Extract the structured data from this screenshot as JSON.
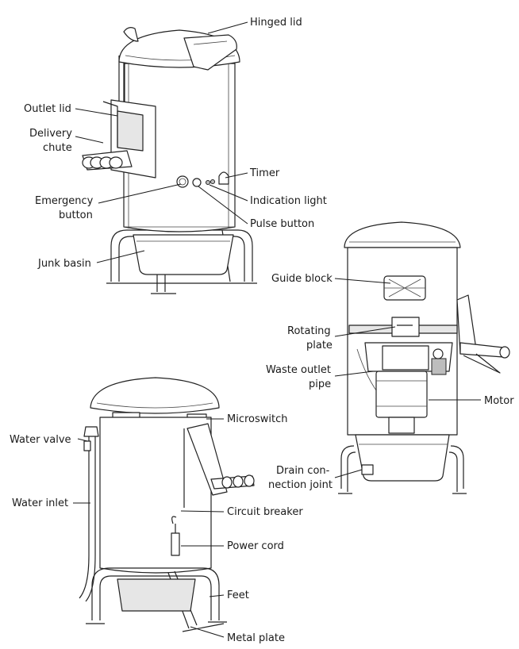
{
  "labels": {
    "hinged_lid": "Hinged lid",
    "outlet_lid": "Outlet lid",
    "delivery_chute_1": "Delivery",
    "delivery_chute_2": "chute",
    "timer": "Timer",
    "emergency_button_1": "Emergency",
    "emergency_button_2": "button",
    "indication_light": "Indication light",
    "pulse_button": "Pulse button",
    "junk_basin": "Junk basin",
    "guide_block": "Guide block",
    "rotating_plate_1": "Rotating",
    "rotating_plate_2": "plate",
    "waste_outlet_pipe_1": "Waste outlet",
    "waste_outlet_pipe_2": "pipe",
    "motor": "Motor",
    "microswitch": "Microswitch",
    "water_valve": "Water valve",
    "drain_connection_joint_1": "Drain con-",
    "drain_connection_joint_2": "nection joint",
    "water_inlet": "Water inlet",
    "circuit_breaker": "Circuit breaker",
    "power_cord": "Power cord",
    "feet": "Feet",
    "metal_plate": "Metal plate"
  }
}
